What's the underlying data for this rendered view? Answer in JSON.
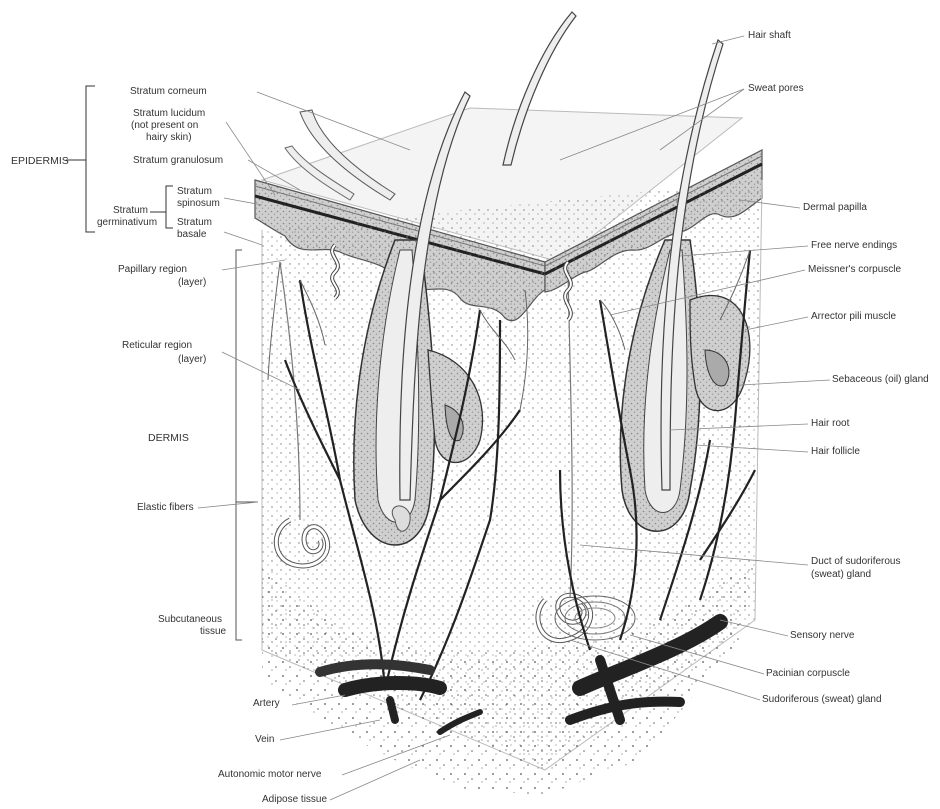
{
  "labels": {
    "epidermis": "EPIDERMIS",
    "stratum_corneum": "Stratum corneum",
    "stratum_lucidum_1": "Stratum lucidum",
    "stratum_lucidum_2": "(not present on",
    "stratum_lucidum_3": "hairy skin)",
    "stratum_granulosum": "Stratum granulosum",
    "stratum_spinosum_1": "Stratum",
    "stratum_spinosum_2": "spinosum",
    "stratum_basale_1": "Stratum",
    "stratum_basale_2": "basale",
    "stratum_germinativum_1": "Stratum",
    "stratum_germinativum_2": "germinativum",
    "papillary_1": "Papillary region",
    "papillary_2": "(layer)",
    "reticular_1": "Reticular region",
    "reticular_2": "(layer)",
    "dermis": "DERMIS",
    "elastic_fibers": "Elastic fibers",
    "subcutaneous_1": "Subcutaneous",
    "subcutaneous_2": "tissue",
    "artery": "Artery",
    "vein": "Vein",
    "autonomic_motor_nerve": "Autonomic motor nerve",
    "adipose_tissue": "Adipose tissue",
    "hair_shaft": "Hair shaft",
    "sweat_pores": "Sweat pores",
    "dermal_papilla": "Dermal papilla",
    "free_nerve_endings": "Free nerve endings",
    "meissners_corpuscle": "Meissner's corpuscle",
    "arrector_pili": "Arrector pili muscle",
    "sebaceous_gland": "Sebaceous (oil) gland",
    "hair_root": "Hair root",
    "hair_follicle": "Hair follicle",
    "duct_1": "Duct of sudoriferous",
    "duct_2": "(sweat) gland",
    "sensory_nerve": "Sensory nerve",
    "pacinian_corpuscle": "Pacinian corpuscle",
    "sudoriferous_gland": "Sudoriferous (sweat) gland"
  }
}
